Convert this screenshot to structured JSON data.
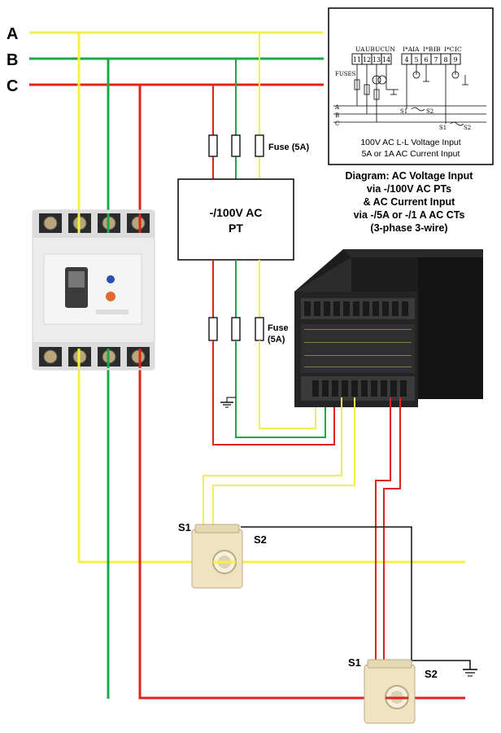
{
  "phases": {
    "a": "A",
    "b": "B",
    "c": "C"
  },
  "colors": {
    "phase_a": "#f3f04a",
    "phase_b": "#1aa84a",
    "phase_c": "#e2231a",
    "neutral": "#111111"
  },
  "pt_box": {
    "line1": "-/100V AC",
    "line2": "PT"
  },
  "fuse_top_label": "Fuse (5A)",
  "fuse_bottom_label": {
    "line1": "Fuse",
    "line2": "(5A)"
  },
  "inset": {
    "terminals_voltage": [
      "11",
      "12",
      "13",
      "14"
    ],
    "terminals_current": [
      "4",
      "5",
      "6",
      "7",
      "8",
      "9"
    ],
    "voltage_headers": [
      "UA",
      "UB",
      "UC",
      "UN"
    ],
    "current_headers": [
      "I*A",
      "IA",
      "I*B",
      "IB",
      "I*C",
      "IC"
    ],
    "fuses_label": "FUSES",
    "bus_labels": [
      "A",
      "B",
      "C"
    ],
    "ct_s1": "S1",
    "ct_s2": "S2",
    "caption_line1": "100V AC L-L Voltage Input",
    "caption_line2": "5A or 1A AC Current Input"
  },
  "title": {
    "line1": "Diagram: AC Voltage Input",
    "line2": "via -/100V AC PTs",
    "line3": "& AC Current Input",
    "line4": "via -/5A or -/1 A AC CTs",
    "line5": "(3-phase 3-wire)"
  },
  "ct1": {
    "s1": "S1",
    "s2": "S2"
  },
  "ct2": {
    "s1": "S1",
    "s2": "S2"
  }
}
